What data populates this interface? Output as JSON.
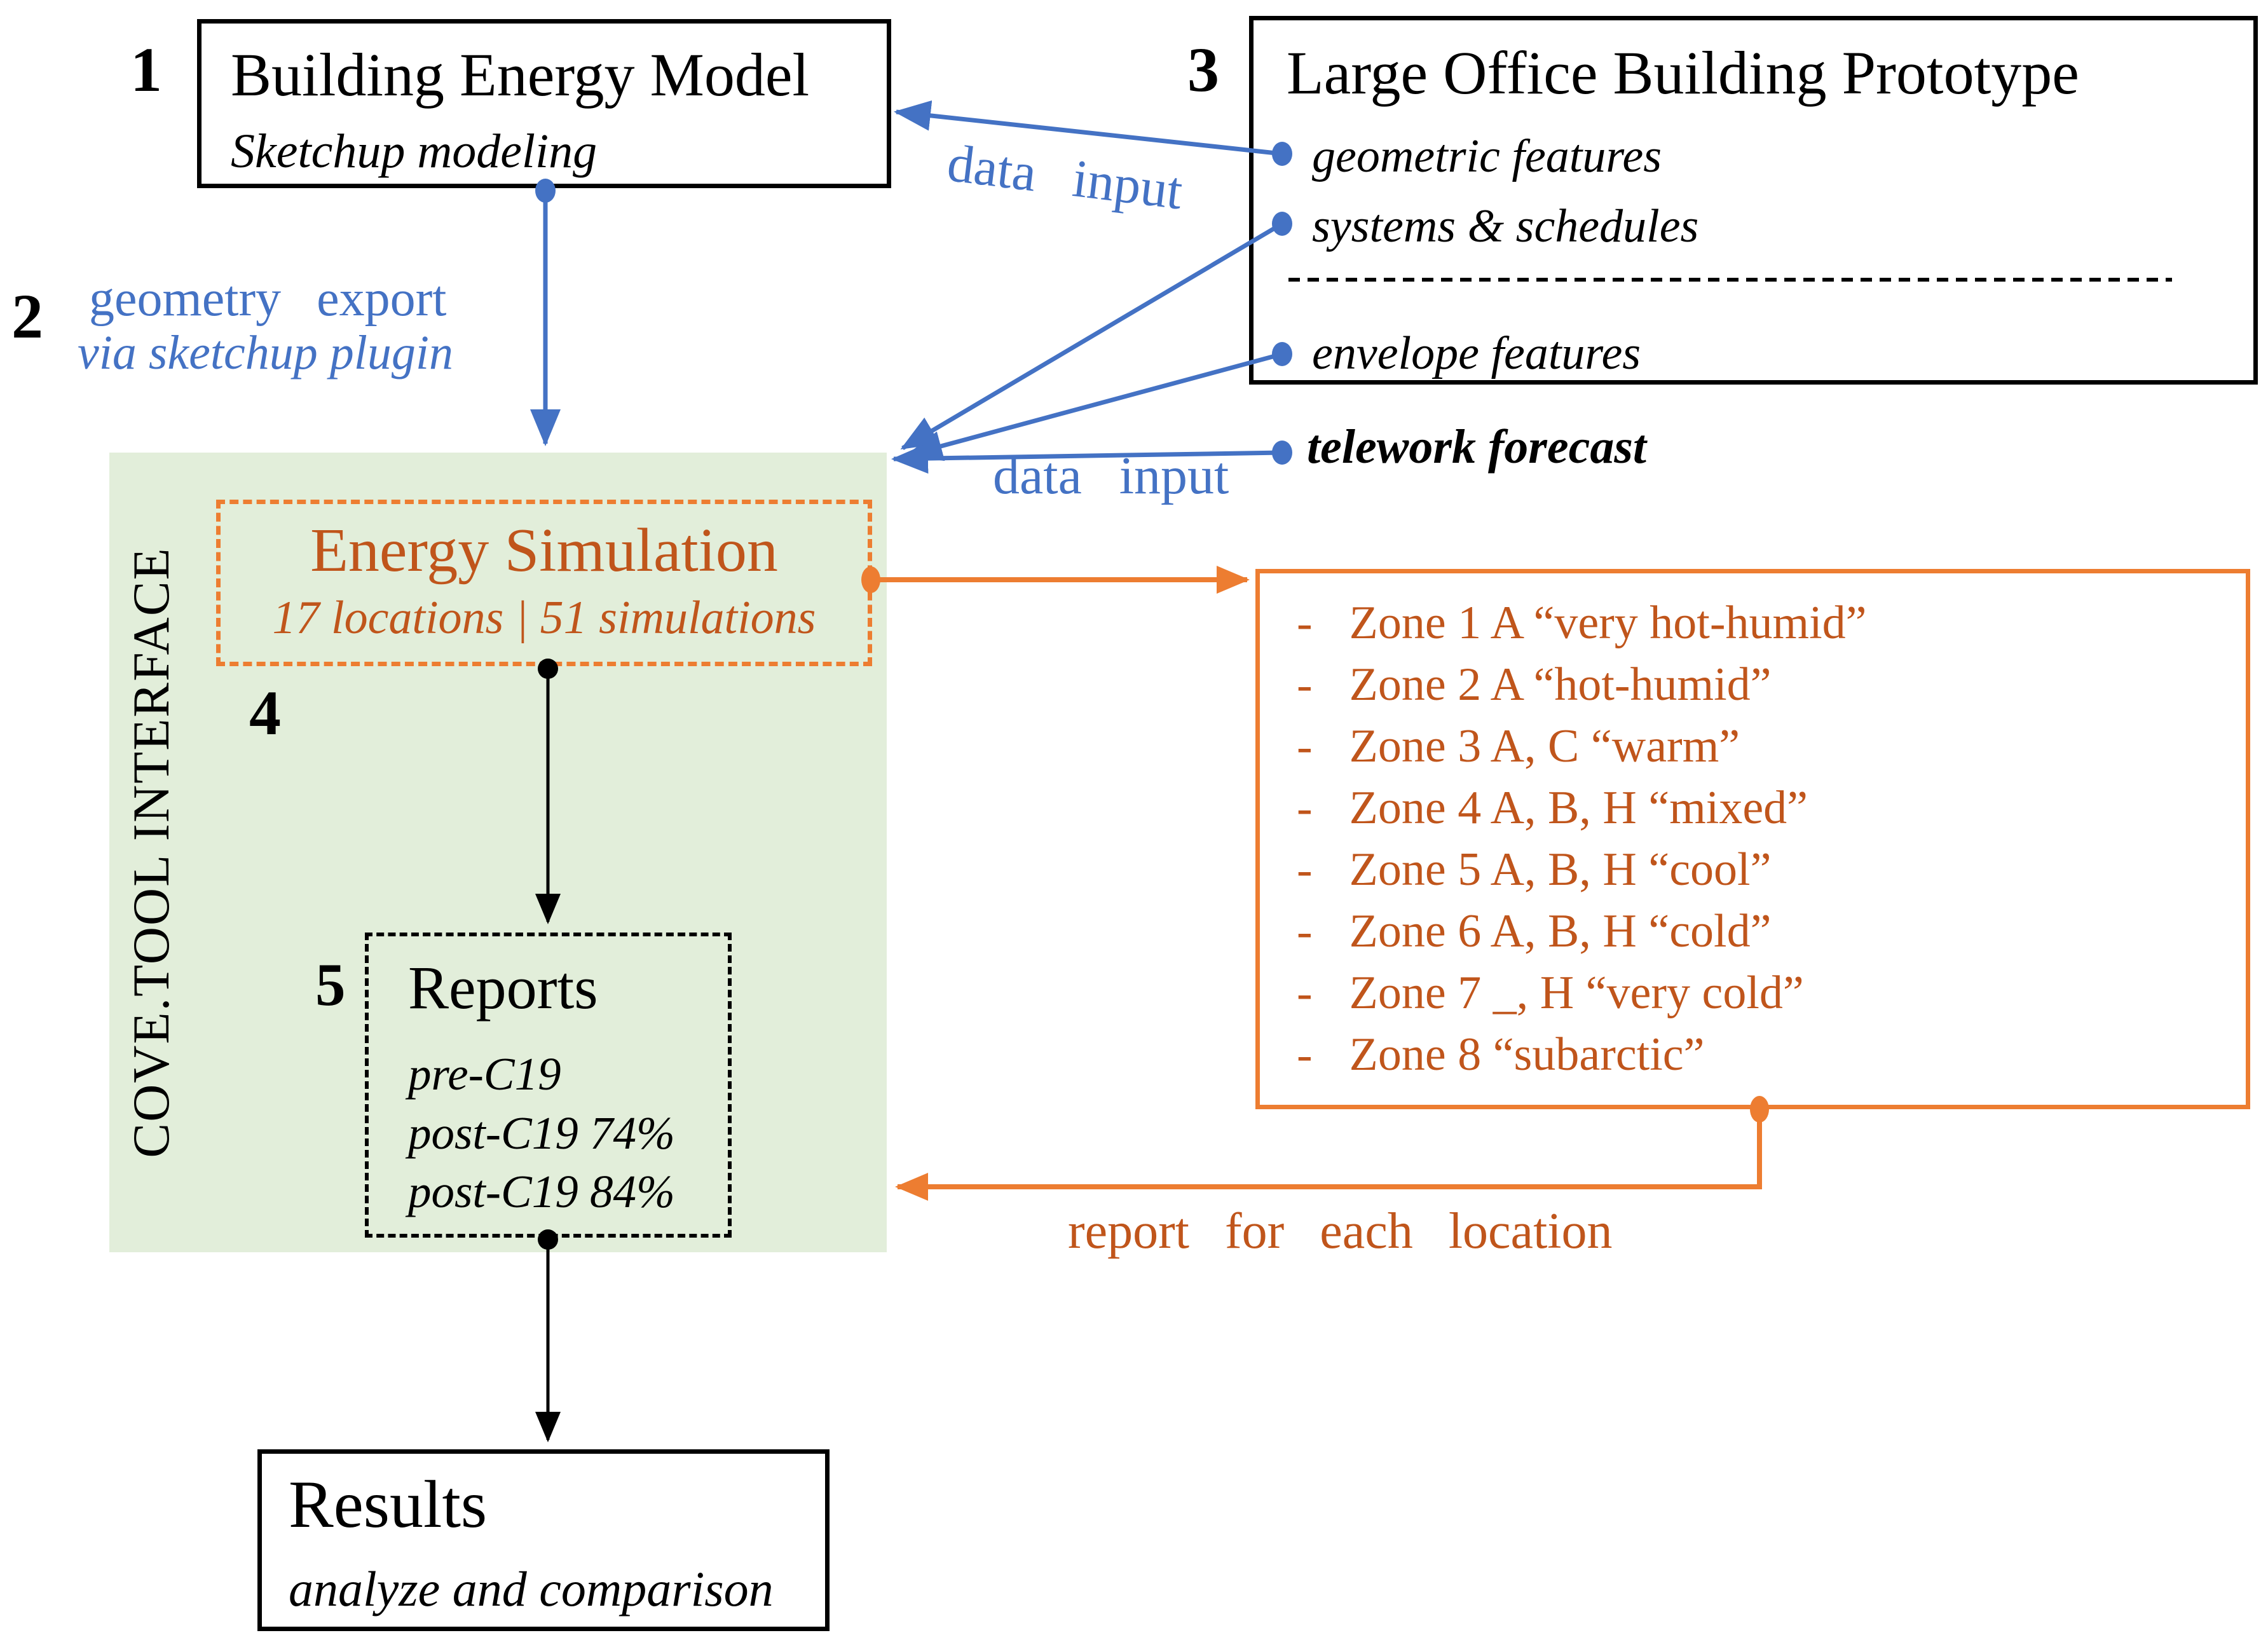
{
  "colors": {
    "blue": "#4472C4",
    "orange": "#ED7D31",
    "orange_dark": "#C0551B",
    "green": "#E2EEDA"
  },
  "bem": {
    "number": "1",
    "title": "Building Energy Model",
    "subtitle": "Sketchup modeling"
  },
  "export_step": {
    "number": "2",
    "line1": "geometry export",
    "line2": "via sketchup plugin"
  },
  "prototype": {
    "number": "3",
    "title": "Large Office Building Prototype",
    "feature1": "geometric features",
    "feature2": "systems & schedules",
    "feature3": "envelope features",
    "telework": "telework forecast"
  },
  "labels": {
    "data_input_top": "data input",
    "data_input_bottom": "data input",
    "report_each": "report for each location"
  },
  "cove": {
    "label": "COVE.TOOL INTERFACE",
    "number": "4"
  },
  "simulation": {
    "title": "Energy Simulation",
    "subtitle": "17 locations | 51 simulations"
  },
  "reports": {
    "number": "5",
    "title": "Reports",
    "line1": "pre-C19",
    "line2": "post-C19 74%",
    "line3": "post-C19 84%"
  },
  "results": {
    "title": "Results",
    "subtitle": "analyze and comparison"
  },
  "zones": {
    "bullet": "-",
    "items": [
      "Zone 1 A “very hot-humid”",
      "Zone 2 A “hot-humid”",
      "Zone 3 A, C “warm”",
      "Zone 4 A, B, H “mixed”",
      "Zone 5 A, B, H “cool”",
      "Zone 6 A, B, H “cold”",
      "Zone 7 _, H “very cold”",
      "Zone 8 “subarctic”"
    ]
  }
}
